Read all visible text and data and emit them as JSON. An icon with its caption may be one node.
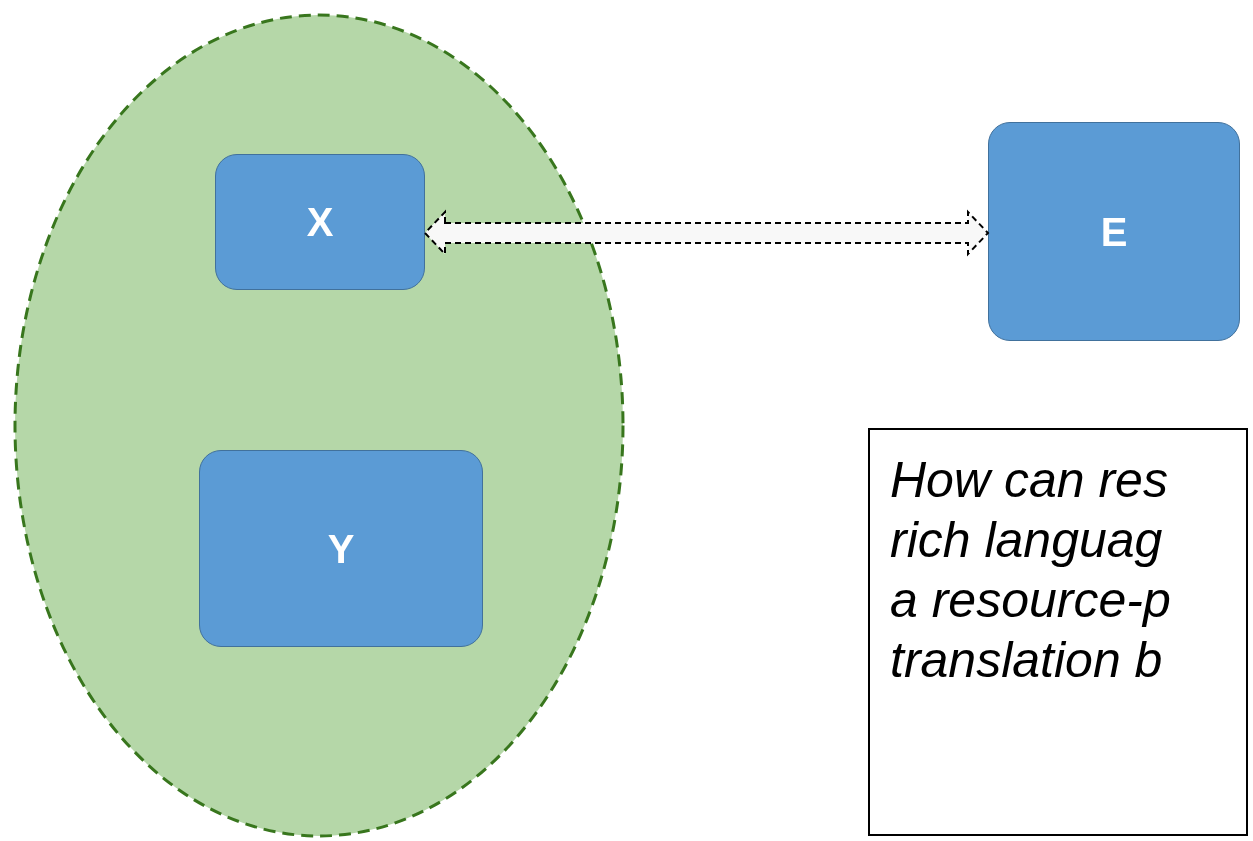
{
  "diagram": {
    "nodes": [
      {
        "text": [],
        "shape": "ellipse"
      },
      {
        "text": [
          "X"
        ],
        "in": 0
      },
      {
        "text": [
          "Y"
        ],
        "in": 0
      },
      {
        "text": [
          "E"
        ]
      },
      {
        "text": [
          "How can res rich languag a resource-p translation b"
        ]
      }
    ],
    "edges": [
      {
        "from": 1,
        "to": 3,
        "arrow": "both",
        "style": "dashed"
      }
    ]
  }
}
